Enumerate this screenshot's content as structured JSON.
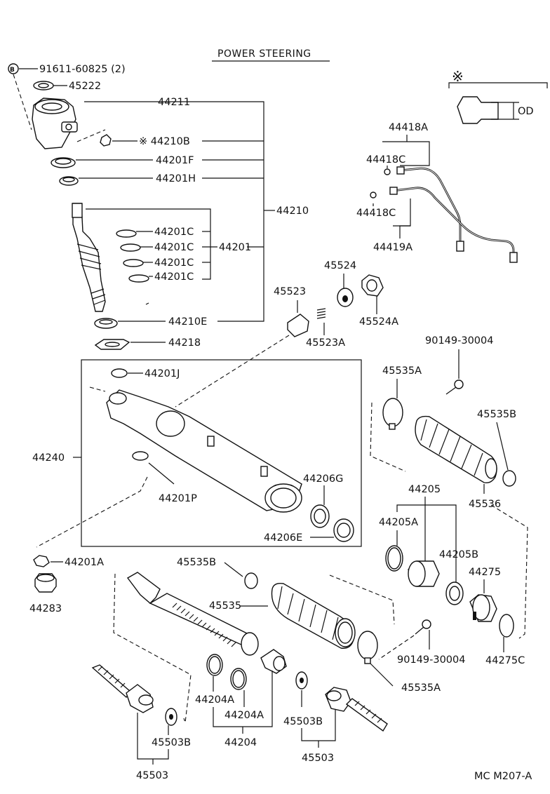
{
  "title": "POWER STEERING",
  "note_mark": "※",
  "od_label": "OD",
  "bolt_marker": "B",
  "footer_code": "MC M207-A",
  "labels": {
    "p91611": "91611-60825 (2)",
    "p45222": "45222",
    "p44211": "44211",
    "p44210B": "※ 44210B",
    "p44201F": "44201F",
    "p44201H": "44201H",
    "p44210": "44210",
    "p44201C_1": "44201C",
    "p44201C_2": "44201C",
    "p44201C_3": "44201C",
    "p44201C_4": "44201C",
    "p44201": "44201",
    "p44210E": "44210E",
    "p44218": "44218",
    "p44418A": "44418A",
    "p44418C_1": "44418C",
    "p44418C_2": "44418C",
    "p44419A": "44419A",
    "p45524": "45524",
    "p45524A": "45524A",
    "p45523": "45523",
    "p45523A": "45523A",
    "p90149_top": "90149-30004",
    "p44201J": "44201J",
    "p44240": "44240",
    "p44201P": "44201P",
    "p44206G": "44206G",
    "p44206E": "44206E",
    "p45535A_top": "45535A",
    "p45535B_top": "45535B",
    "p45536": "45536",
    "p44205": "44205",
    "p44205A": "44205A",
    "p44205B": "44205B",
    "p44275": "44275",
    "p44275C": "44275C",
    "p44201A": "44201A",
    "p44283": "44283",
    "p45535B_bot": "45535B",
    "p45535": "45535",
    "p90149_bot": "90149-30004",
    "p45535A_bot": "45535A",
    "p44204A_1": "44204A",
    "p44204A_2": "44204A",
    "p44204": "44204",
    "p45503B_1": "45503B",
    "p45503B_2": "45503B",
    "p45503_1": "45503",
    "p45503_2": "45503"
  }
}
